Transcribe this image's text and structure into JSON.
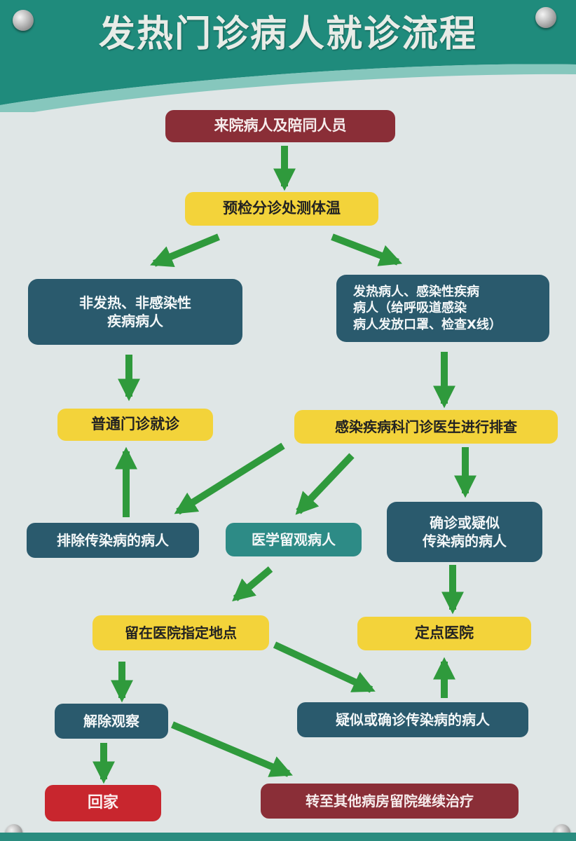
{
  "title": "发热门诊病人就诊流程",
  "colors": {
    "header_teal": "#1f8b7c",
    "node_red": "#8a2e37",
    "node_yellow": "#f3d33a",
    "node_navy": "#2a5a6d",
    "node_teal": "#2d8b86",
    "node_bright_red": "#c8262e",
    "arrow_green": "#2f9a3c"
  },
  "nodes": {
    "arrivals": "来院病人及陪同人员",
    "triage": "预检分诊处测体温",
    "non_fever": [
      "非发热、非感染性",
      "疾病病人"
    ],
    "fever": [
      "发热病人、感染性疾病",
      "病人（给呼吸道感染",
      "病人发放口罩、检查X线）"
    ],
    "general_clinic": "普通门诊就诊",
    "infection_screening": "感染疾病科门诊医生进行排查",
    "excluded": "排除传染病的病人",
    "observation": "医学留观病人",
    "confirmed_suspected": [
      "确诊或疑似",
      "传染病的病人"
    ],
    "designated_location": "留在医院指定地点",
    "designated_hospital": "定点医院",
    "release": "解除观察",
    "suspected_confirmed": "疑似或确诊传染病的病人",
    "go_home": "回家",
    "transfer": "转至其他病房留院继续治疗"
  }
}
